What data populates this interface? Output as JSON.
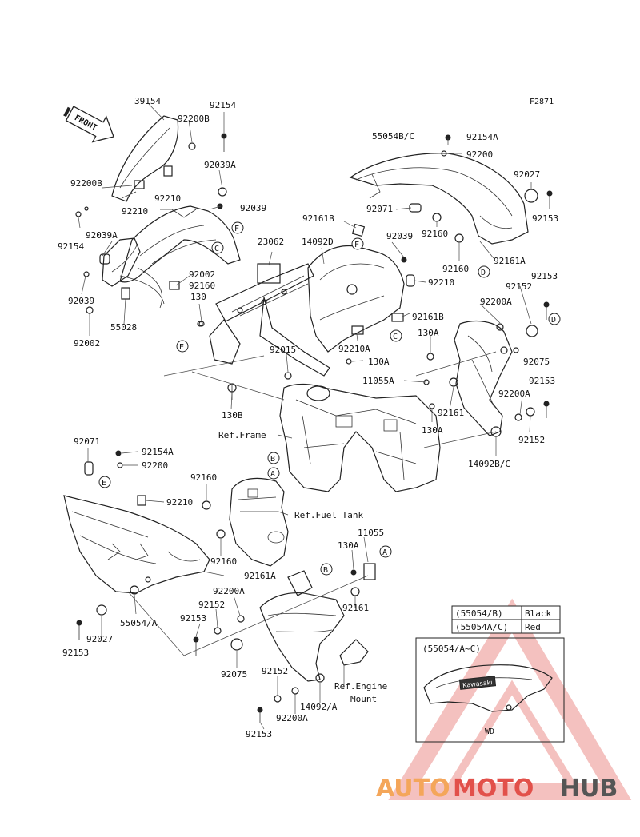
{
  "figure_code": "F2871",
  "front_label": "FRONT",
  "labels": [
    "39154",
    "92200B",
    "92154",
    "92039A",
    "92200B",
    "92210",
    "92154",
    "92210",
    "92039",
    "92039A",
    "92002",
    "92160",
    "92039",
    "55028",
    "92002",
    "130",
    "23062",
    "14092D",
    "92161B",
    "55054B/C",
    "92154A",
    "92200",
    "92027",
    "92153",
    "92071",
    "92039",
    "92160",
    "92210",
    "92160",
    "92161A",
    "92153",
    "92152",
    "92200A",
    "92075",
    "92161B",
    "130A",
    "92210A",
    "130A",
    "92015",
    "11055A",
    "92153",
    "92200A",
    "92161",
    "130A",
    "92152",
    "14092B/C",
    "130B",
    "Ref.Frame",
    "92071",
    "92154A",
    "92200",
    "92160",
    "92210",
    "Ref.Fuel Tank",
    "11055",
    "130A",
    "92160",
    "92161A",
    "92200A",
    "92152",
    "92153",
    "92027",
    "55054/A",
    "92153",
    "92161",
    "92075",
    "92152",
    "92200A",
    "92153",
    "14092/A",
    "Ref.Engine",
    "Mount"
  ],
  "callouts": [
    "F",
    "C",
    "D",
    "E",
    "C",
    "D",
    "B",
    "A",
    "E",
    "B",
    "A"
  ],
  "color_table": {
    "rows": [
      {
        "part": "(55054/B)",
        "color": "Black"
      },
      {
        "part": "(55054A/C)",
        "color": "Red"
      }
    ]
  },
  "inset": {
    "title": "(55054/A~C)",
    "badge": "Kawasaki",
    "mark": "WD"
  },
  "watermark": {
    "part1": "AUTO",
    "part2": "MOTO",
    "part3": "HUB",
    "colors": {
      "part1": "#f4a65a",
      "part2": "#e2504a",
      "part3": "#555555",
      "triangle": "#e2504a"
    }
  }
}
